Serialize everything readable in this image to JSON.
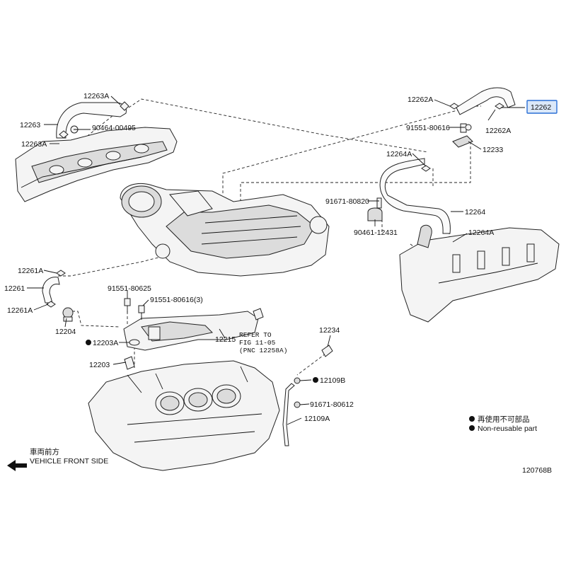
{
  "labels": {
    "p12263A_top": "12263A",
    "p12263": "12263",
    "p90464": "90464-00495",
    "p12263A_bot": "12263A",
    "p12262A_top": "12262A",
    "p12262": "12262",
    "p91551_80616_top": "91551-80616",
    "p12262A_right": "12262A",
    "p12233": "12233",
    "p12264A_top": "12264A",
    "p91671_80820": "91671-80820",
    "p12264": "12264",
    "p90461": "90461-12431",
    "p12264A_bot": "12264A",
    "p12261A_top": "12261A",
    "p12261": "12261",
    "p12261A_bot": "12261A",
    "p12204": "12204",
    "p91551_80625": "91551-80625",
    "p91551_80616_3": "91551-80616(3)",
    "p12215": "12215",
    "refer_line1": "REFER TO",
    "refer_line2": "FIG 11-05",
    "refer_line3": "(PNC 12258A)",
    "p12203A": "12203A",
    "p12203": "12203",
    "p12234": "12234",
    "p12109B": "12109B",
    "p91671_80612": "91671-80612",
    "p12109A": "12109A"
  },
  "legend": {
    "jp_text": "再使用不可部品",
    "en_text": "Non-reusable part"
  },
  "direction": {
    "jp_text": "車両前方",
    "en_text": "VEHICLE FRONT SIDE"
  },
  "diagram_id": "120768B",
  "highlighted_part": "12262",
  "colors": {
    "highlight_fill": "#dbe8f9",
    "highlight_border": "#2a6fd6",
    "line": "#111111"
  }
}
